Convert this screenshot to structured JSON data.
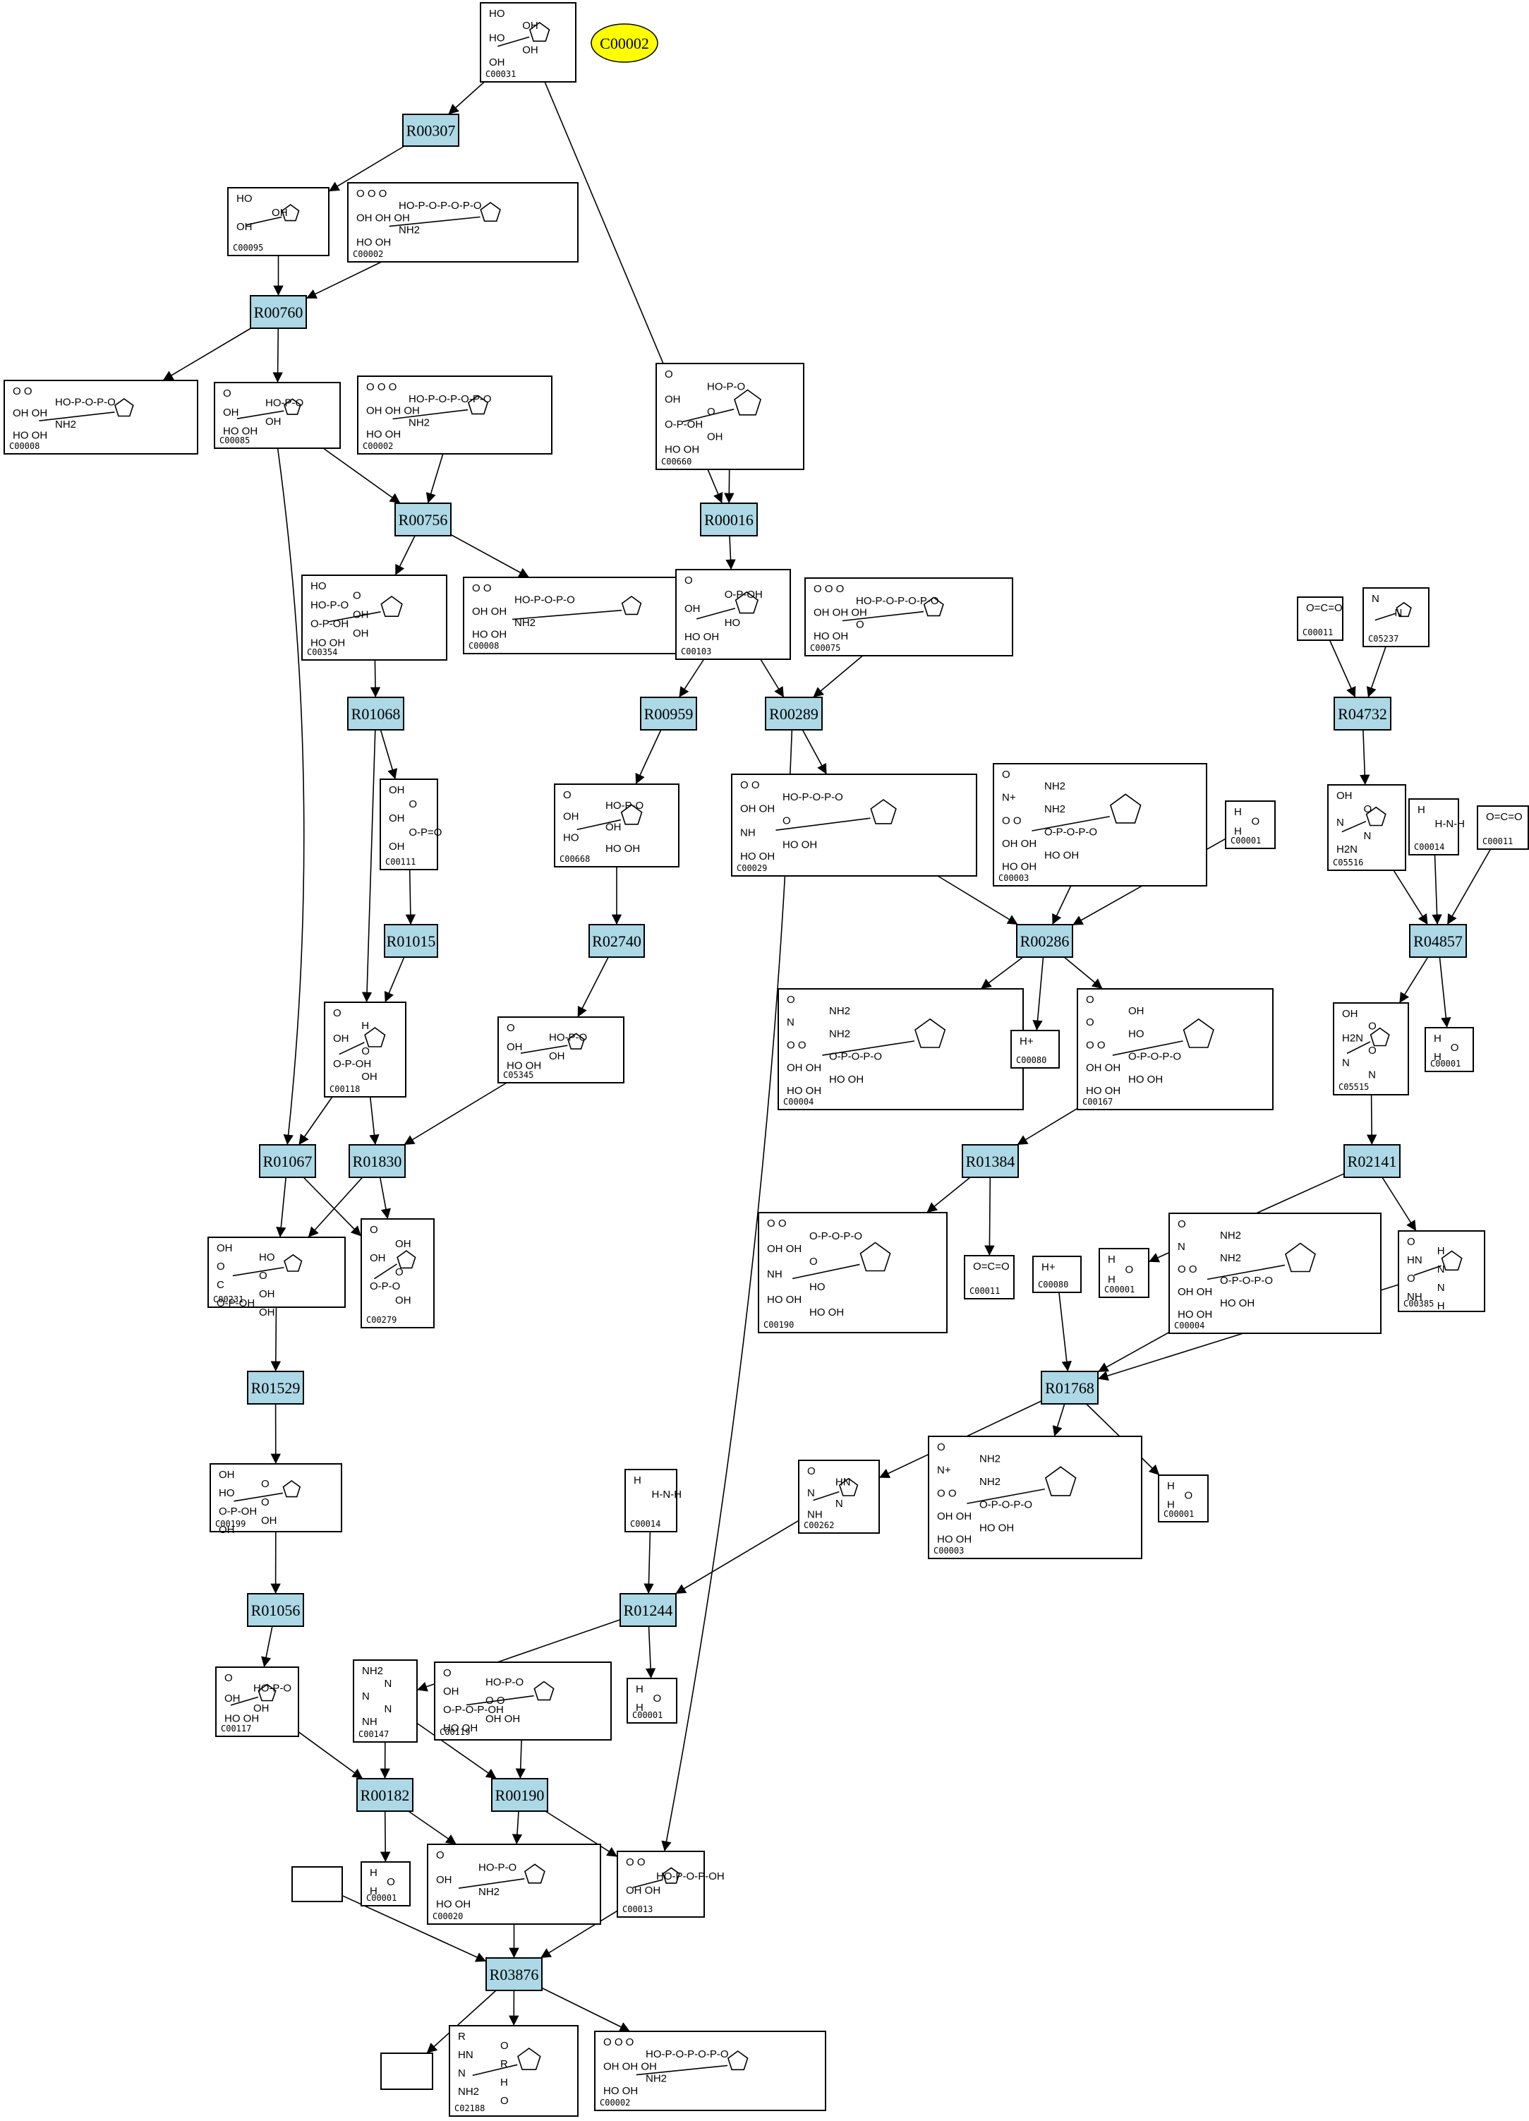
{
  "highlight": {
    "label": "C00002"
  },
  "compounds": [
    {
      "id": "c31",
      "label": "C00031",
      "text": [
        "HO",
        "OH",
        "HO",
        "OH",
        "OH"
      ]
    },
    {
      "id": "c95",
      "label": "C00095",
      "text": [
        "HO",
        "OH",
        "OH"
      ]
    },
    {
      "id": "c2a",
      "label": "C00002",
      "text": [
        "O O O",
        "HO-P-O-P-O-P-O",
        "OH OH OH",
        "NH2",
        "HO OH"
      ]
    },
    {
      "id": "c8",
      "label": "C00008",
      "text": [
        "O O",
        "HO-P-O-P-O",
        "OH OH",
        "NH2",
        "HO OH"
      ]
    },
    {
      "id": "c85",
      "label": "C00085",
      "text": [
        "O",
        "HO-P-O",
        "OH",
        "OH",
        "HO OH"
      ]
    },
    {
      "id": "c2b",
      "label": "C00002",
      "text": [
        "O O O",
        "HO-P-O-P-O-P-O",
        "OH OH OH",
        "NH2",
        "HO OH"
      ]
    },
    {
      "id": "c660",
      "label": "C00660",
      "text": [
        "O",
        "HO-P-O",
        "OH",
        "O",
        "O-P-OH",
        "OH",
        "HO OH"
      ]
    },
    {
      "id": "c354",
      "label": "C00354",
      "text": [
        "HO",
        "O",
        "HO-P-O",
        "OH",
        "O-P-OH",
        "OH",
        "HO OH"
      ]
    },
    {
      "id": "c8b",
      "label": "C00008",
      "text": [
        "O O",
        "HO-P-O-P-O",
        "OH OH",
        "NH2",
        "HO OH"
      ]
    },
    {
      "id": "c103",
      "label": "C00103",
      "text": [
        "O",
        "O-P-OH",
        "OH",
        "HO",
        "HO OH"
      ]
    },
    {
      "id": "c75",
      "label": "C00075",
      "text": [
        "O O O",
        "HO-P-O-P-O-P-O",
        "OH OH OH",
        "O",
        "HO OH"
      ]
    },
    {
      "id": "c11a",
      "label": "C00011",
      "text": [
        "O=C=O"
      ]
    },
    {
      "id": "c5237",
      "label": "C05237",
      "text": [
        "N",
        "N"
      ]
    },
    {
      "id": "c111",
      "label": "C00111",
      "text": [
        "OH",
        "O",
        "OH",
        "O-P=O",
        "OH"
      ]
    },
    {
      "id": "c668",
      "label": "C00668",
      "text": [
        "O",
        "HO-P-O",
        "OH",
        "OH",
        "HO",
        "HO OH"
      ]
    },
    {
      "id": "c29",
      "label": "C00029",
      "text": [
        "O O",
        "HO-P-O-P-O",
        "OH OH",
        "O",
        "NH",
        "HO OH",
        "HO OH"
      ]
    },
    {
      "id": "c3a",
      "label": "C00003",
      "text": [
        "O",
        "NH2",
        "N+",
        "NH2",
        "O O",
        "O-P-O-P-O",
        "OH OH",
        "HO OH",
        "HO OH"
      ]
    },
    {
      "id": "c1a",
      "label": "C00001",
      "text": [
        "H",
        "O",
        "H"
      ]
    },
    {
      "id": "c5516",
      "label": "C05516",
      "text": [
        "OH",
        "O",
        "N",
        "N",
        "H2N"
      ]
    },
    {
      "id": "c14a",
      "label": "C00014",
      "text": [
        "H",
        "H-N-H"
      ]
    },
    {
      "id": "c11b",
      "label": "C00011",
      "text": [
        "O=C=O"
      ]
    },
    {
      "id": "c4a",
      "label": "C00004",
      "text": [
        "O",
        "NH2",
        "N",
        "NH2",
        "O O",
        "O-P-O-P-O",
        "OH OH",
        "HO OH",
        "HO OH"
      ]
    },
    {
      "id": "c80a",
      "label": "C00080",
      "text": [
        "H+"
      ]
    },
    {
      "id": "c167",
      "label": "C00167",
      "text": [
        "O",
        "OH",
        "O",
        "HO",
        "O O",
        "O-P-O-P-O",
        "OH OH",
        "HO OH",
        "HO OH"
      ]
    },
    {
      "id": "c5515",
      "label": "C05515",
      "text": [
        "OH",
        "O",
        "H2N",
        "O",
        "N",
        "N"
      ]
    },
    {
      "id": "c1b",
      "label": "C00001",
      "text": [
        "H",
        "O",
        "H"
      ]
    },
    {
      "id": "c118",
      "label": "C00118",
      "text": [
        "O",
        "H",
        "OH",
        "O",
        "O-P-OH",
        "OH"
      ]
    },
    {
      "id": "c345",
      "label": "C05345",
      "text": [
        "O",
        "HO-P-O",
        "OH",
        "OH",
        "HO OH"
      ]
    },
    {
      "id": "c231",
      "label": "C00231",
      "text": [
        "OH",
        "HO",
        "O",
        "O",
        "C",
        "OH",
        "O-P-OH",
        "OH"
      ]
    },
    {
      "id": "c279",
      "label": "C00279",
      "text": [
        "O",
        "OH",
        "OH",
        "O",
        "O-P-O",
        "OH"
      ]
    },
    {
      "id": "c190",
      "label": "C00190",
      "text": [
        "O O",
        "O-P-O-P-O",
        "OH OH",
        "O",
        "NH",
        "HO",
        "HO OH",
        "HO OH"
      ]
    },
    {
      "id": "c11c",
      "label": "C00011",
      "text": [
        "O=C=O"
      ]
    },
    {
      "id": "c80b",
      "label": "C00080",
      "text": [
        "H+"
      ]
    },
    {
      "id": "c1c",
      "label": "C00001",
      "text": [
        "H",
        "O",
        "H"
      ]
    },
    {
      "id": "c4b",
      "label": "C00004",
      "text": [
        "O",
        "NH2",
        "N",
        "NH2",
        "O O",
        "O-P-O-P-O",
        "OH OH",
        "HO OH",
        "HO OH"
      ]
    },
    {
      "id": "c385",
      "label": "C00385",
      "text": [
        "O",
        "H",
        "HN",
        "N",
        "O",
        "N",
        "NH",
        "H"
      ]
    },
    {
      "id": "c199",
      "label": "C00199",
      "text": [
        "OH",
        "O",
        "HO",
        "O",
        "O-P-OH",
        "OH",
        "OH"
      ]
    },
    {
      "id": "c262",
      "label": "C00262",
      "text": [
        "O",
        "HN",
        "N",
        "N",
        "NH"
      ]
    },
    {
      "id": "c3b",
      "label": "C00003",
      "text": [
        "O",
        "NH2",
        "N+",
        "NH2",
        "O O",
        "O-P-O-P-O",
        "OH OH",
        "HO OH",
        "HO OH"
      ]
    },
    {
      "id": "c1d",
      "label": "C00001",
      "text": [
        "H",
        "O",
        "H"
      ]
    },
    {
      "id": "c14b",
      "label": "C00014",
      "text": [
        "H",
        "H-N-H"
      ]
    },
    {
      "id": "c117",
      "label": "C00117",
      "text": [
        "O",
        "HO-P-O",
        "OH",
        "OH",
        "HO OH"
      ]
    },
    {
      "id": "c147",
      "label": "C00147",
      "text": [
        "NH2",
        "N",
        "N",
        "N",
        "NH"
      ]
    },
    {
      "id": "c119",
      "label": "C00119",
      "text": [
        "O",
        "HO-P-O",
        "OH",
        "O O",
        "O-P-O-P-OH",
        "OH OH",
        "HO OH"
      ]
    },
    {
      "id": "c1e",
      "label": "C00001",
      "text": [
        "H",
        "O",
        "H"
      ]
    },
    {
      "id": "c1f",
      "label": "C00001",
      "text": [
        "H",
        "O",
        "H"
      ]
    },
    {
      "id": "c20",
      "label": "C00020",
      "text": [
        "O",
        "HO-P-O",
        "OH",
        "NH2",
        "HO OH"
      ]
    },
    {
      "id": "c13",
      "label": "C00013",
      "text": [
        "O O",
        "HO-P-O-P-OH",
        "OH OH"
      ]
    },
    {
      "id": "cblank1",
      "label": "",
      "text": []
    },
    {
      "id": "c2188",
      "label": "C02188",
      "text": [
        "R",
        "O",
        "HN",
        "R",
        "N",
        "H",
        "NH2",
        "O"
      ]
    },
    {
      "id": "cblank2",
      "label": "",
      "text": []
    },
    {
      "id": "c2c",
      "label": "C00002",
      "text": [
        "O O O",
        "HO-P-O-P-O-P-O",
        "OH OH OH",
        "NH2",
        "HO OH"
      ]
    }
  ],
  "reactions": [
    {
      "id": "r307",
      "label": "R00307"
    },
    {
      "id": "r760",
      "label": "R00760"
    },
    {
      "id": "r756",
      "label": "R00756"
    },
    {
      "id": "r16",
      "label": "R00016"
    },
    {
      "id": "r1068",
      "label": "R01068"
    },
    {
      "id": "r959",
      "label": "R00959"
    },
    {
      "id": "r289",
      "label": "R00289"
    },
    {
      "id": "r4732",
      "label": "R04732"
    },
    {
      "id": "r1015",
      "label": "R01015"
    },
    {
      "id": "r2740",
      "label": "R02740"
    },
    {
      "id": "r286",
      "label": "R00286"
    },
    {
      "id": "r4857",
      "label": "R04857"
    },
    {
      "id": "r1067",
      "label": "R01067"
    },
    {
      "id": "r1830",
      "label": "R01830"
    },
    {
      "id": "r1384",
      "label": "R01384"
    },
    {
      "id": "r2141",
      "label": "R02141"
    },
    {
      "id": "r1529",
      "label": "R01529"
    },
    {
      "id": "r1768",
      "label": "R01768"
    },
    {
      "id": "r1056",
      "label": "R01056"
    },
    {
      "id": "r1244",
      "label": "R01244"
    },
    {
      "id": "r182",
      "label": "R00182"
    },
    {
      "id": "r190",
      "label": "R00190"
    },
    {
      "id": "r3876",
      "label": "R03876"
    }
  ],
  "edges": [
    [
      "c31",
      "r307"
    ],
    [
      "r307",
      "c95"
    ],
    [
      "c95",
      "r760"
    ],
    [
      "c2a",
      "r760"
    ],
    [
      "r760",
      "c8"
    ],
    [
      "r760",
      "c85"
    ],
    [
      "c85",
      "r756"
    ],
    [
      "c2b",
      "r756"
    ],
    [
      "r756",
      "c354"
    ],
    [
      "r756",
      "c8b"
    ],
    [
      "c31",
      "r16"
    ],
    [
      "c660",
      "r16"
    ],
    [
      "r16",
      "c103"
    ],
    [
      "c354",
      "r1068"
    ],
    [
      "r1068",
      "c111"
    ],
    [
      "r1068",
      "c118"
    ],
    [
      "c103",
      "r959"
    ],
    [
      "c103",
      "r289"
    ],
    [
      "c75",
      "r289"
    ],
    [
      "r959",
      "c668"
    ],
    [
      "r289",
      "c29"
    ],
    [
      "r289",
      "c13"
    ],
    [
      "c11a",
      "r4732"
    ],
    [
      "c5237",
      "r4732"
    ],
    [
      "r4732",
      "c5516"
    ],
    [
      "c111",
      "r1015"
    ],
    [
      "r1015",
      "c118"
    ],
    [
      "c668",
      "r2740"
    ],
    [
      "r2740",
      "c345"
    ],
    [
      "c29",
      "r286"
    ],
    [
      "c3a",
      "r286"
    ],
    [
      "c1a",
      "r286"
    ],
    [
      "r286",
      "c4a"
    ],
    [
      "r286",
      "c80a"
    ],
    [
      "r286",
      "c167"
    ],
    [
      "c5516",
      "r4857"
    ],
    [
      "c14a",
      "r4857"
    ],
    [
      "c11b",
      "r4857"
    ],
    [
      "r4857",
      "c5515"
    ],
    [
      "r4857",
      "c1b"
    ],
    [
      "c85",
      "r1067"
    ],
    [
      "c118",
      "r1067"
    ],
    [
      "c118",
      "r1830"
    ],
    [
      "c345",
      "r1830"
    ],
    [
      "r1067",
      "c231"
    ],
    [
      "r1067",
      "c279"
    ],
    [
      "r1830",
      "c231"
    ],
    [
      "r1830",
      "c279"
    ],
    [
      "c167",
      "r1384"
    ],
    [
      "r1384",
      "c190"
    ],
    [
      "r1384",
      "c11c"
    ],
    [
      "c5515",
      "r2141"
    ],
    [
      "r2141",
      "c1c"
    ],
    [
      "r2141",
      "c385"
    ],
    [
      "c231",
      "r1529"
    ],
    [
      "r1529",
      "c199"
    ],
    [
      "c4b",
      "r1768"
    ],
    [
      "c385",
      "r1768"
    ],
    [
      "c80b",
      "r1768"
    ],
    [
      "r1768",
      "c262"
    ],
    [
      "r1768",
      "c3b"
    ],
    [
      "r1768",
      "c1d"
    ],
    [
      "c199",
      "r1056"
    ],
    [
      "r1056",
      "c117"
    ],
    [
      "c262",
      "r1244"
    ],
    [
      "c14b",
      "r1244"
    ],
    [
      "r1244",
      "c147"
    ],
    [
      "r1244",
      "c1e"
    ],
    [
      "c117",
      "r182"
    ],
    [
      "c147",
      "r182"
    ],
    [
      "c147",
      "r190"
    ],
    [
      "c119",
      "r190"
    ],
    [
      "r182",
      "c1f"
    ],
    [
      "r182",
      "c20"
    ],
    [
      "r190",
      "c20"
    ],
    [
      "r190",
      "c13"
    ],
    [
      "c20",
      "r3876"
    ],
    [
      "c13",
      "r3876"
    ],
    [
      "cblank1",
      "r3876"
    ],
    [
      "r3876",
      "cblank2"
    ],
    [
      "r3876",
      "c2188"
    ],
    [
      "r3876",
      "c2c"
    ]
  ]
}
